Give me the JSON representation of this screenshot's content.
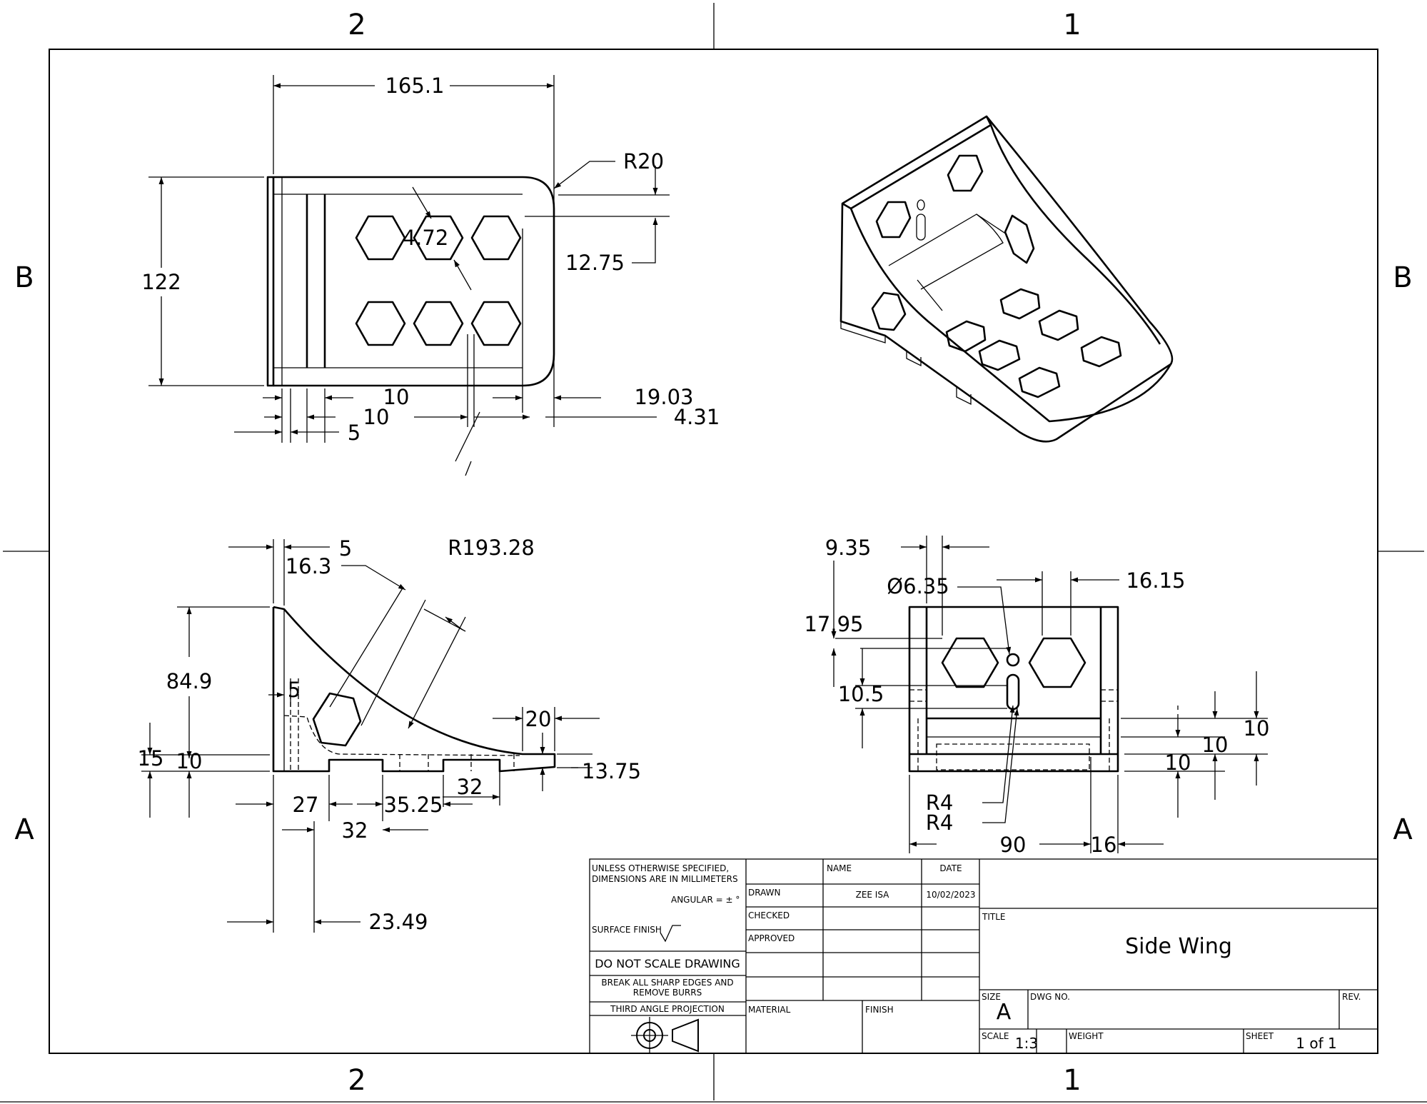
{
  "zones": {
    "columns": [
      "2",
      "1"
    ],
    "rows": [
      "B",
      "A"
    ]
  },
  "dims_top_view": {
    "overall_width": "165.1",
    "height": "122",
    "corner_radius": "R20",
    "hex_across": "4.72",
    "vertical_offset": "12.75",
    "offset_a": "10",
    "offset_b": "10",
    "offset_c": "5",
    "right_offset": "19.03",
    "right_gap": "4.31"
  },
  "dims_side_view": {
    "wall_thickness": "5",
    "chamfer": "16.3",
    "arc_radius": "R193.28",
    "height": "84.9",
    "hole_offset": "5",
    "tip_length": "20",
    "base_height": "15",
    "base_top": "10",
    "tip_height": "13.75",
    "foot_offset": "27",
    "foot_spacing": "35.25",
    "foot_width": "32",
    "foot_width_b": "32",
    "front_offset": "23.49"
  },
  "dims_front_view": {
    "wall": "9.35",
    "hole_diameter": "Ø6.35",
    "hex_spacing": "16.15",
    "hole_height": "17.95",
    "slot_height": "10.5",
    "layer_a": "10",
    "layer_b": "10",
    "layer_c": "10",
    "slot_radius_a": "R4",
    "slot_radius_b": "R4",
    "width": "90",
    "right_offset": "16"
  },
  "title_block": {
    "note_units_line1": "UNLESS OTHERWISE SPECIFIED,",
    "note_units_line2": "DIMENSIONS ARE IN MILLIMETERS",
    "angular": "ANGULAR = ± °",
    "surface_finish": "SURFACE FINISH",
    "do_not_scale": "DO NOT SCALE DRAWING",
    "break_edges_line1": "BREAK ALL SHARP EDGES AND",
    "break_edges_line2": "REMOVE BURRS",
    "projection": "THIRD ANGLE PROJECTION",
    "col_name": "NAME",
    "col_date": "DATE",
    "drawn_label": "DRAWN",
    "drawn_name": "ZEE ISA",
    "drawn_date": "10/02/2023",
    "checked_label": "CHECKED",
    "approved_label": "APPROVED",
    "material_label": "MATERIAL",
    "finish_label": "FINISH",
    "title_label": "TITLE",
    "title": "Side Wing",
    "size_label": "SIZE",
    "size": "A",
    "dwg_no_label": "DWG NO.",
    "rev_label": "REV.",
    "scale_label": "SCALE",
    "scale": "1:3",
    "weight_label": "WEIGHT",
    "sheet_label": "SHEET",
    "sheet": "1 of 1"
  }
}
